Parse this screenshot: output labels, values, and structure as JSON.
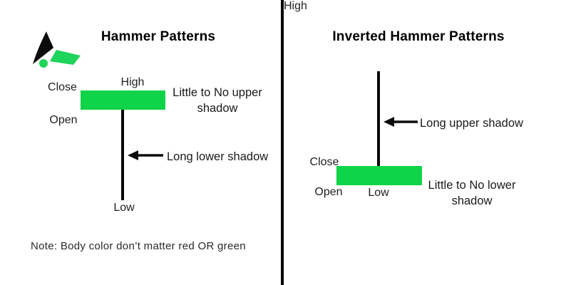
{
  "left": {
    "title": "Hammer Patterns",
    "candle": {
      "high": "High",
      "close": "Close",
      "open": "Open",
      "low": "Low"
    },
    "upper_annotation": "Little to No upper shadow",
    "lower_annotation": "Long lower shadow",
    "note": "Note: Body color don’t matter red OR green"
  },
  "right": {
    "title": "Inverted Hammer Patterns",
    "candle": {
      "high": "High",
      "close": "Close",
      "open": "Open",
      "low": "Low"
    },
    "upper_annotation": "Long upper shadow",
    "lower_annotation": "Little to No lower shadow"
  },
  "colors": {
    "candle_body_green": "#0fd348",
    "wick_black": "#070707",
    "divider_black": "#000000",
    "logo_green": "#1ed45a"
  },
  "icons": {
    "brand_logo": "black-blade-with-green-dot-and-parallelogram"
  }
}
